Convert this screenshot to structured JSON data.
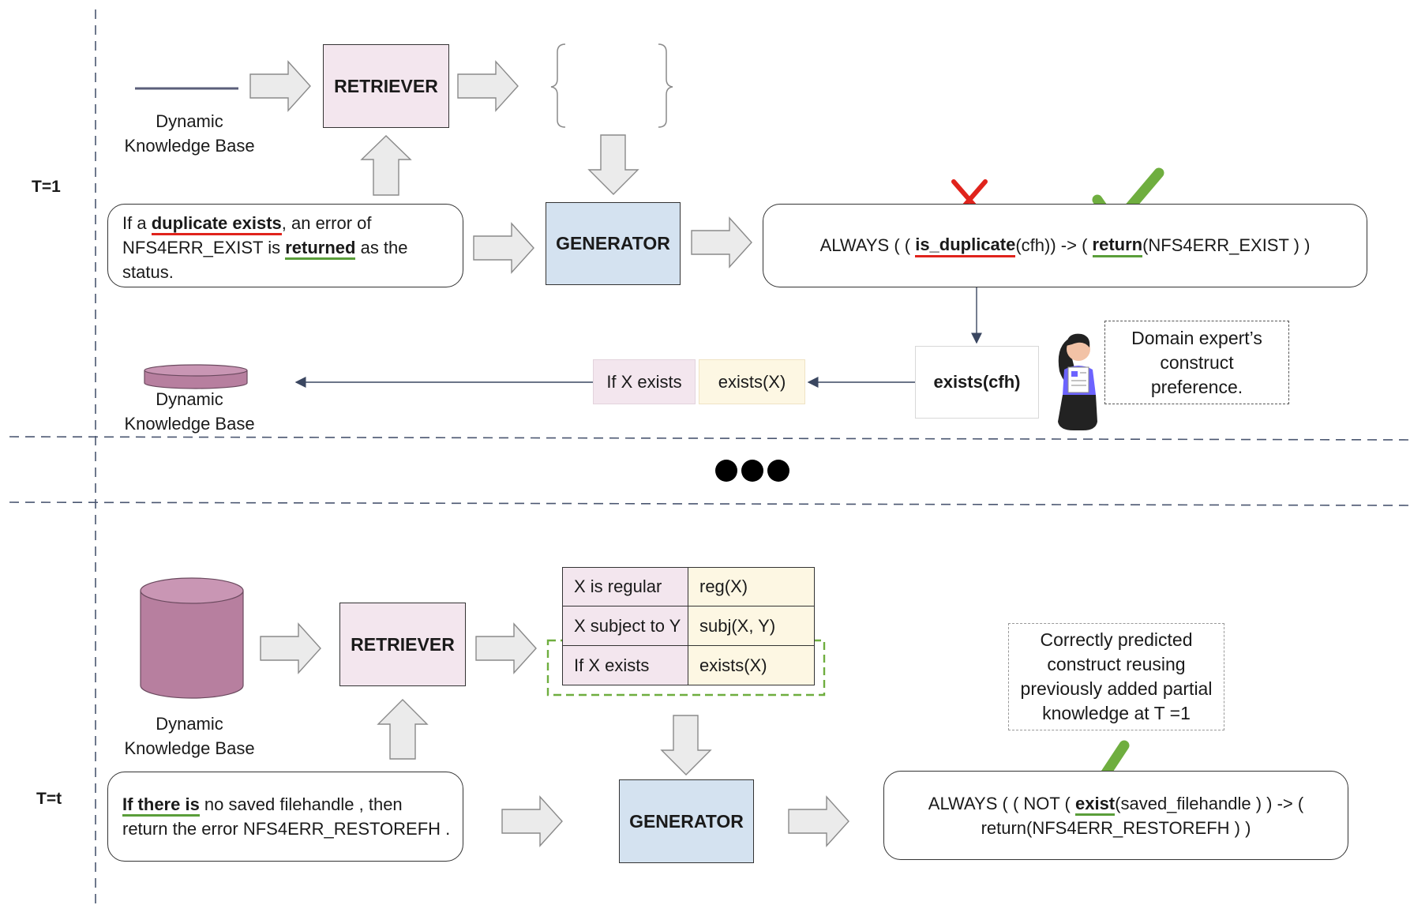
{
  "timesteps": {
    "first": "T=1",
    "later": "T=t"
  },
  "ellipsis": "●●●",
  "top": {
    "kb_label": [
      "Dynamic",
      "Knowledge Base"
    ],
    "retriever": "RETRIEVER",
    "generator": "GENERATOR",
    "input_text": {
      "line1_pre": "If a ",
      "line1_bold": "duplicate exists",
      "line1_post": ", an error of",
      "line2_pre": "NFS4ERR_EXIST is ",
      "line2_bold": "returned",
      "line2_post": " as the",
      "line3": "status."
    },
    "output": {
      "p1": "ALWAYS ( ( ",
      "b1": "is_duplicate",
      "p2": "(cfh)) -> ( ",
      "b2": "return",
      "p3": "(NFS4ERR_EXIST ) )"
    },
    "correction": "exists(cfh)",
    "expert_note": [
      "Domain expert’s",
      "construct",
      "preference."
    ],
    "kb_entry_nl": "If X exists",
    "kb_entry_fol": "exists(X)",
    "kb_label_bottom": [
      "Dynamic",
      "Knowledge Base"
    ]
  },
  "bottom": {
    "kb_label": [
      "Dynamic",
      "Knowledge Base"
    ],
    "retriever": "RETRIEVER",
    "generator": "GENERATOR",
    "retrieved_table": [
      {
        "nl": "X is regular",
        "fol": "reg(X)"
      },
      {
        "nl": "X subject to Y",
        "fol": "subj(X, Y)"
      },
      {
        "nl": "If X exists",
        "fol": "exists(X)"
      }
    ],
    "input_text": {
      "line1_bold": "If there is",
      "line1_post": " no saved filehandle , then",
      "line2": "return the error NFS4ERR_RESTOREFH ."
    },
    "output": {
      "p1": "ALWAYS ( ( NOT ( ",
      "b1": "exist",
      "p2": "(saved_filehandle ) ) -> (",
      "line2": "return(NFS4ERR_RESTOREFH ) )"
    },
    "note": [
      "Correctly predicted",
      "construct reusing",
      "previously added partial",
      "knowledge at T =1"
    ]
  },
  "colors": {
    "retriever_fill": "#f3e6ee",
    "generator_fill": "#d4e2f0",
    "kb_cylinder": "#b77f9f",
    "fol_fill": "#fdf7e3",
    "error_red": "#e0231c",
    "check_green": "#6fae3f"
  }
}
